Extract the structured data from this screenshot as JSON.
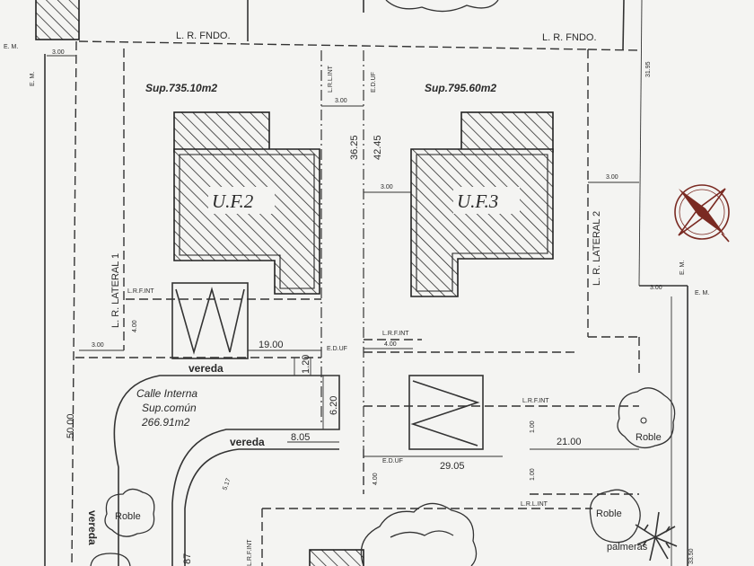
{
  "labels": {
    "lr_fondo": "L. R. FNDO.",
    "em": "E. M.",
    "dim_300": "3.00",
    "dim_3195": "31.95",
    "sup_uf2": "Sup.735.10m2",
    "sup_uf3": "Sup.795.60m2",
    "lrl_int": "L.R.L.INT",
    "edu_uf": "E.D.UF",
    "edu_uf_2": "E.D.UF",
    "dim_3625": "36.25",
    "dim_4245": "42.45",
    "uf2": "U.F.2",
    "uf3": "U.F.3",
    "lr_lateral_1": "L. R. LATERAL 1",
    "lr_lateral_2": "L. R. LATERAL 2",
    "lrf_int": "L.R.F.INT",
    "dim_400": "4.00",
    "dim_1900": "19.00",
    "dim_120": "1.20",
    "dim_620": "6.20",
    "dim_805": "8.05",
    "dim_2100": "21.00",
    "dim_2905": "29.05",
    "dim_5000": "50.00",
    "dim_3350": "33.50",
    "dim_517": "5.17",
    "dim_87": "87",
    "dim_100": "1.00",
    "vereda": "vereda",
    "calle_interna": "Calle Interna",
    "sup_comun": "Sup.común",
    "sup_comun_val": "266.91m2",
    "roble": "Roble",
    "palmeras": "palmeras"
  },
  "colors": {
    "ink": "#2a2a2a",
    "paper": "#f4f4f2",
    "compass": "#7a2a22"
  },
  "icons": {
    "compass": "compass-rose-icon",
    "tree": "tree-icon",
    "palm": "palm-tree-icon"
  }
}
